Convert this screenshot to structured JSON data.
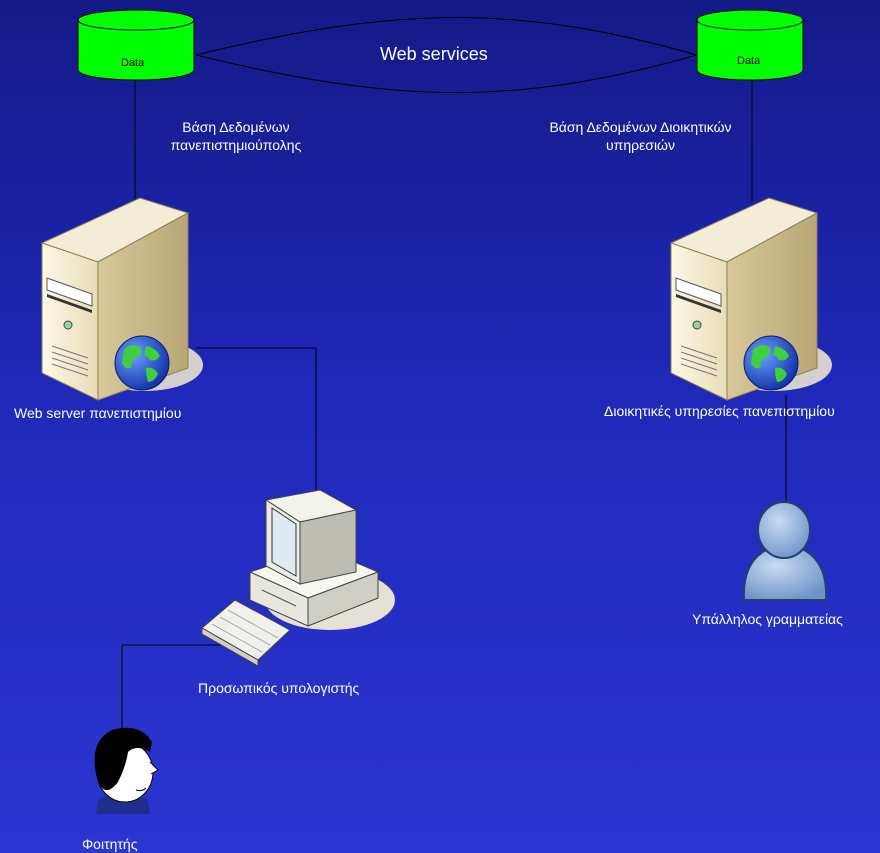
{
  "diagram": {
    "db_left": {
      "cylinder_text": "Data",
      "caption_line1": "Βάση Δεδομένων",
      "caption_line2": "πανεπιστημιούπολης"
    },
    "db_right": {
      "cylinder_text": "Data",
      "caption_line1": "Βάση Δεδομένων Διοικητικών",
      "caption_line2": "υπηρεσιών"
    },
    "link_label": "Web services",
    "server_left": {
      "caption": "Web server πανεπιστημίου",
      "icon": "web-server-icon"
    },
    "server_right": {
      "caption": "Διοικητικές υπηρεσίες πανεπιστημίου",
      "icon": "web-server-icon"
    },
    "workstation": {
      "caption": "Προσωπικός υπολογιστής",
      "icon": "desktop-computer-icon"
    },
    "student": {
      "caption": "Φοιτητής",
      "icon": "person-icon"
    },
    "clerk": {
      "caption": "Υπάλληλος γραμματείας",
      "icon": "user-silhouette-icon"
    },
    "colors": {
      "database": "#00ff00",
      "connector": "#000000",
      "background": "#1f28b8",
      "text": "#ffffff"
    }
  }
}
